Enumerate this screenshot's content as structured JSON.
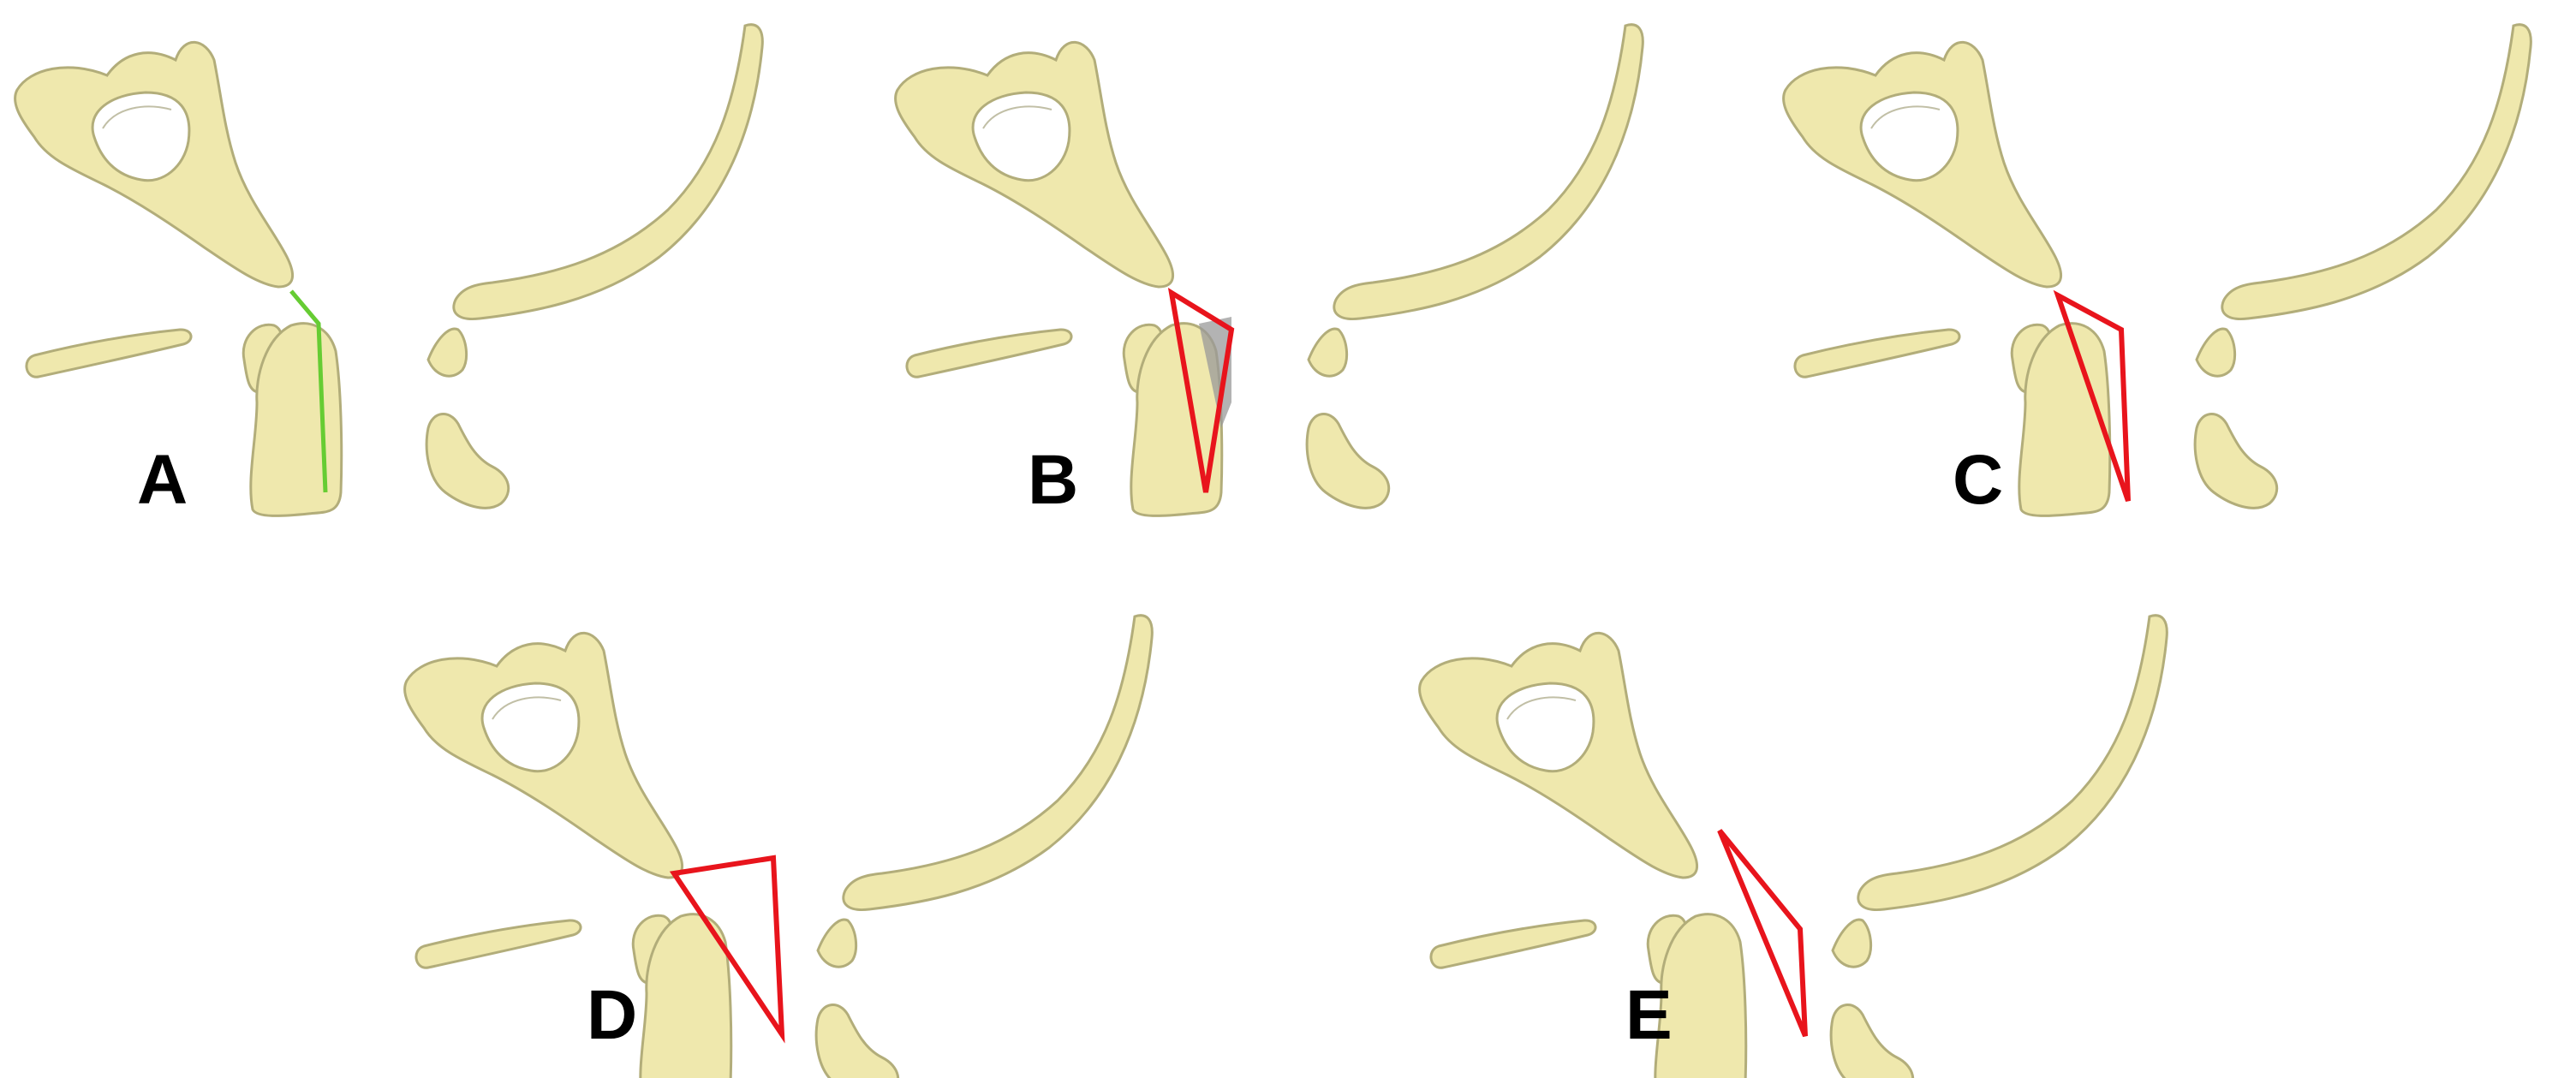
{
  "figure": {
    "background": "#ffffff",
    "bone_color": "#efe8ad",
    "bone_outline_color": "#b2ad7a",
    "normal_line_color": "#66cc33",
    "abnormal_line_color": "#e8141c",
    "overlap_shade_color": "#9a9a9a",
    "panels": [
      {
        "label": "A",
        "line_status": "normal",
        "line_color": "#66cc33"
      },
      {
        "label": "B",
        "line_status": "abnormal",
        "line_color": "#e8141c",
        "shaded_overlap": true
      },
      {
        "label": "C",
        "line_status": "abnormal",
        "line_color": "#e8141c"
      },
      {
        "label": "D",
        "line_status": "abnormal",
        "line_color": "#e8141c"
      },
      {
        "label": "E",
        "line_status": "abnormal",
        "line_color": "#e8141c"
      }
    ]
  }
}
